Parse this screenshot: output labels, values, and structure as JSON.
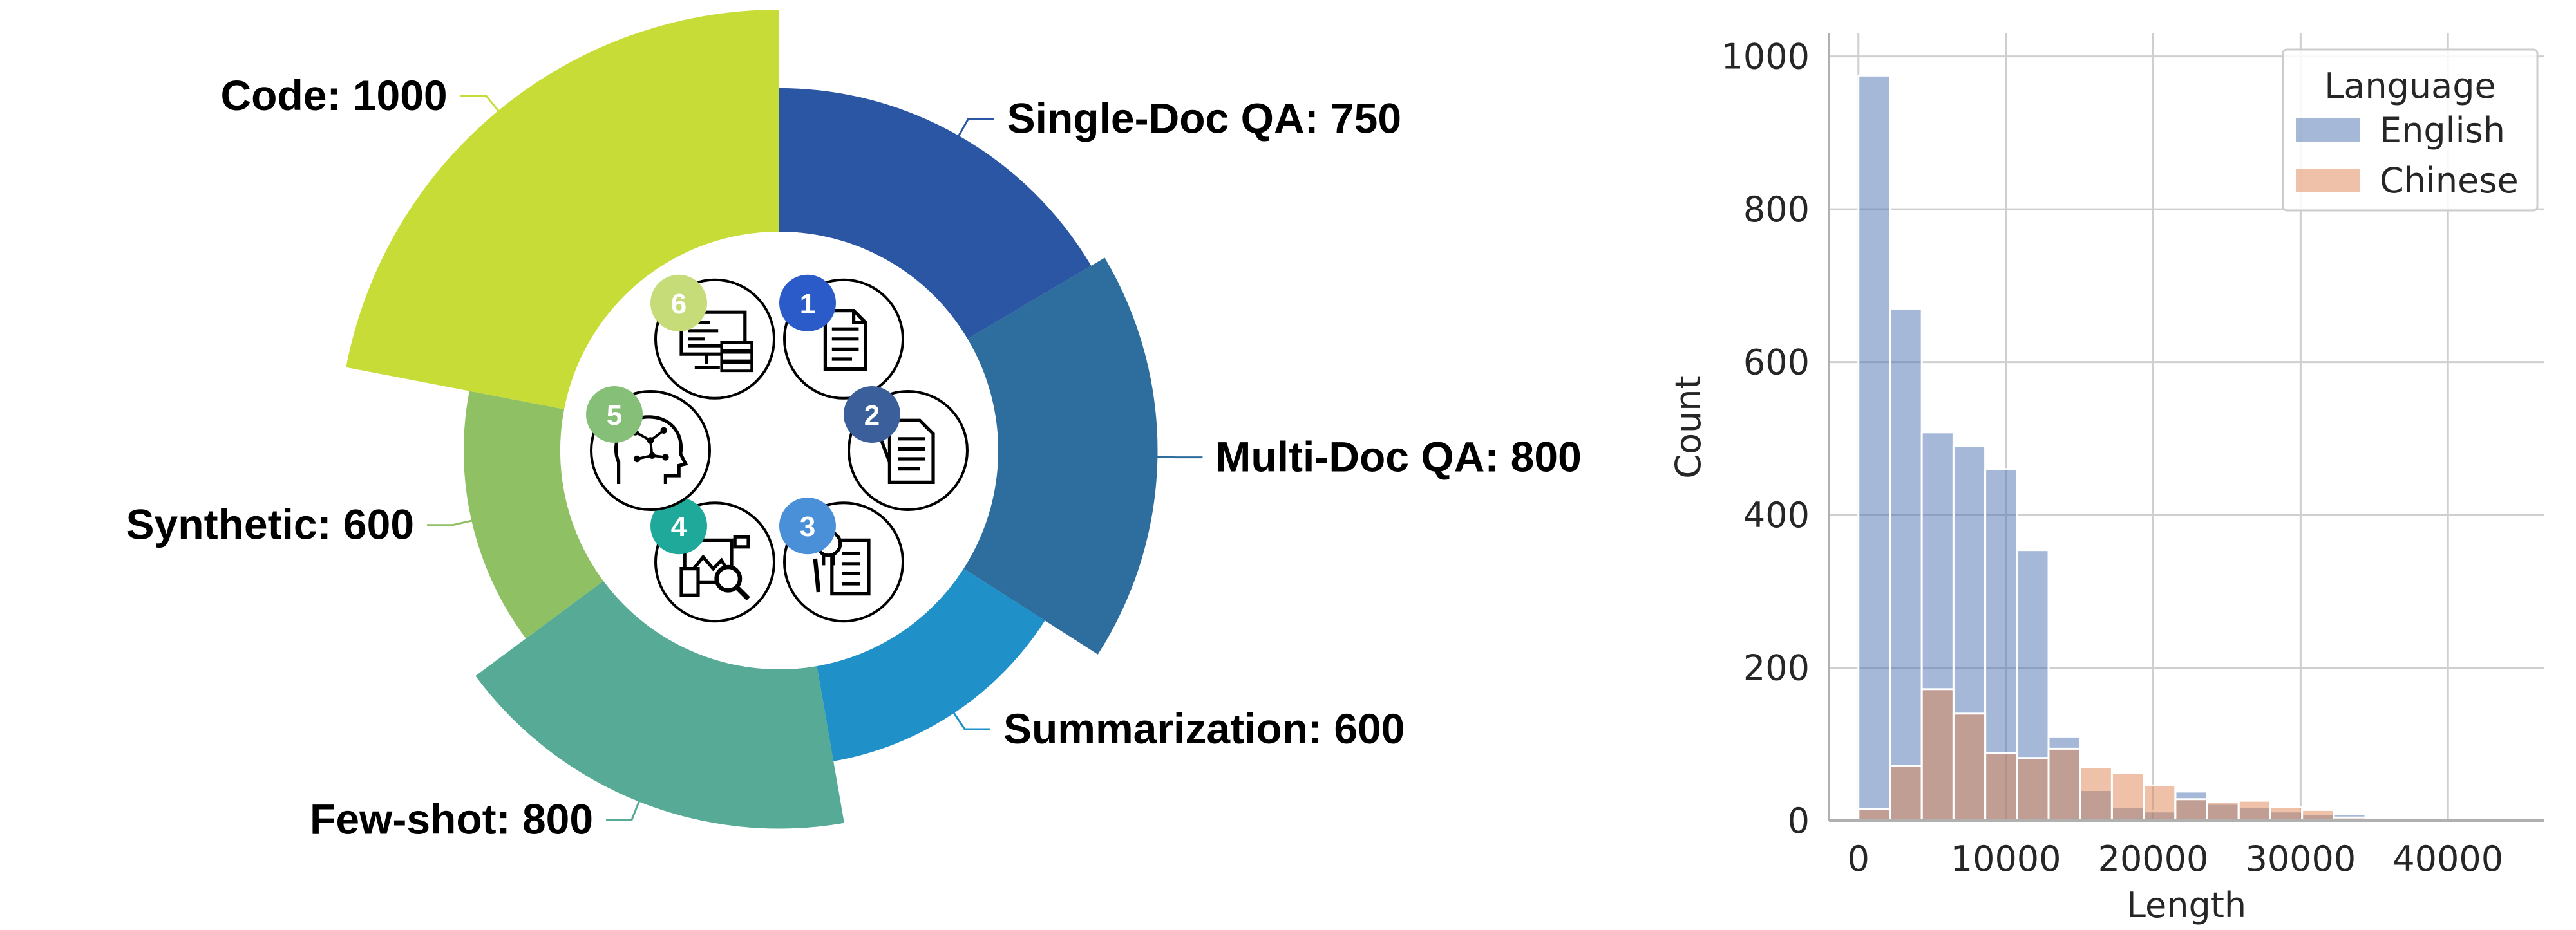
{
  "chart_data": [
    {
      "type": "pie",
      "subtype": "donut",
      "slices": [
        {
          "label": "Single-Doc QA: 750",
          "category": "Single-Doc QA",
          "value": 750,
          "color": "#2b56a4",
          "badge": "1",
          "badge_color": "#2a5bc9",
          "icon": "document-icon"
        },
        {
          "label": "Multi-Doc QA: 800",
          "category": "Multi-Doc QA",
          "value": 800,
          "color": "#2e6e9e",
          "badge": "2",
          "badge_color": "#3a5f9a",
          "icon": "multiple-documents-icon"
        },
        {
          "label": "Summarization: 600",
          "category": "Summarization",
          "value": 600,
          "color": "#1f90c8",
          "badge": "3",
          "badge_color": "#4a90d8",
          "icon": "summary-document-icon"
        },
        {
          "label": "Few-shot: 800",
          "category": "Few-shot",
          "value": 800,
          "color": "#56aa96",
          "badge": "4",
          "badge_color": "#1ea99a",
          "icon": "image-search-icon"
        },
        {
          "label": "Synthetic: 600",
          "category": "Synthetic",
          "value": 600,
          "color": "#8fc064",
          "badge": "5",
          "badge_color": "#86bf78",
          "icon": "brain-head-icon"
        },
        {
          "label": "Code: 1000",
          "category": "Code",
          "value": 1000,
          "color": "#c8dc37",
          "badge": "6",
          "badge_color": "#c5dc78",
          "icon": "code-monitor-icon"
        }
      ]
    },
    {
      "type": "histogram",
      "xlabel": "Length",
      "ylabel": "Count",
      "xlim": [
        -2000,
        46500
      ],
      "ylim": [
        0,
        1030
      ],
      "xticks": [
        0,
        10000,
        20000,
        30000,
        40000
      ],
      "yticks": [
        0,
        200,
        400,
        600,
        800,
        1000
      ],
      "grid": true,
      "bin_width": 2150,
      "bin_start": 0,
      "legend": {
        "title": "Language",
        "position": "top-right"
      },
      "series": [
        {
          "name": "English",
          "color": "#4c72b0",
          "alpha": 0.5,
          "values": [
            975,
            670,
            508,
            490,
            460,
            354,
            110,
            40,
            18,
            12,
            38,
            22,
            18,
            12,
            8,
            8,
            0,
            0,
            0,
            0
          ]
        },
        {
          "name": "Chinese",
          "color": "#dd8452",
          "alpha": 0.5,
          "values": [
            15,
            72,
            172,
            140,
            88,
            82,
            94,
            70,
            62,
            46,
            28,
            24,
            26,
            18,
            14,
            4,
            0,
            0,
            0,
            0
          ]
        }
      ]
    }
  ]
}
